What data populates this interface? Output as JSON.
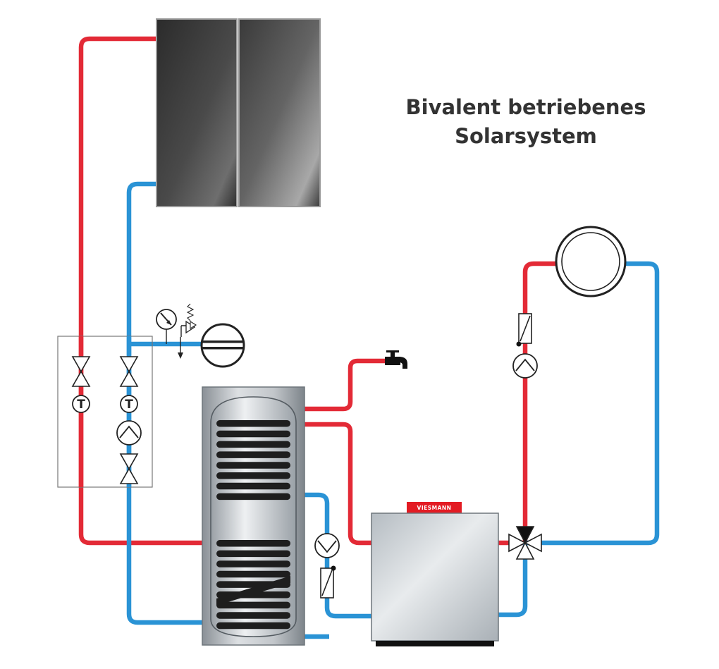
{
  "title": {
    "line1": "Bivalent betriebenes",
    "line2": "Solarsystem"
  },
  "boiler_brand": "VIESMANN",
  "sensor_symbol": "T",
  "colors": {
    "hot_pipe": "#e32a36",
    "cold_pipe": "#2a93d5",
    "title_text": "#333333",
    "brand_badge": "#e31b23",
    "collector_panel": "#3a3a3a",
    "tank_steel": "#c8ccd0",
    "coil": "#1e1e1e"
  },
  "components": {
    "collector_panels": 2,
    "storage_tank_coils": 2
  }
}
